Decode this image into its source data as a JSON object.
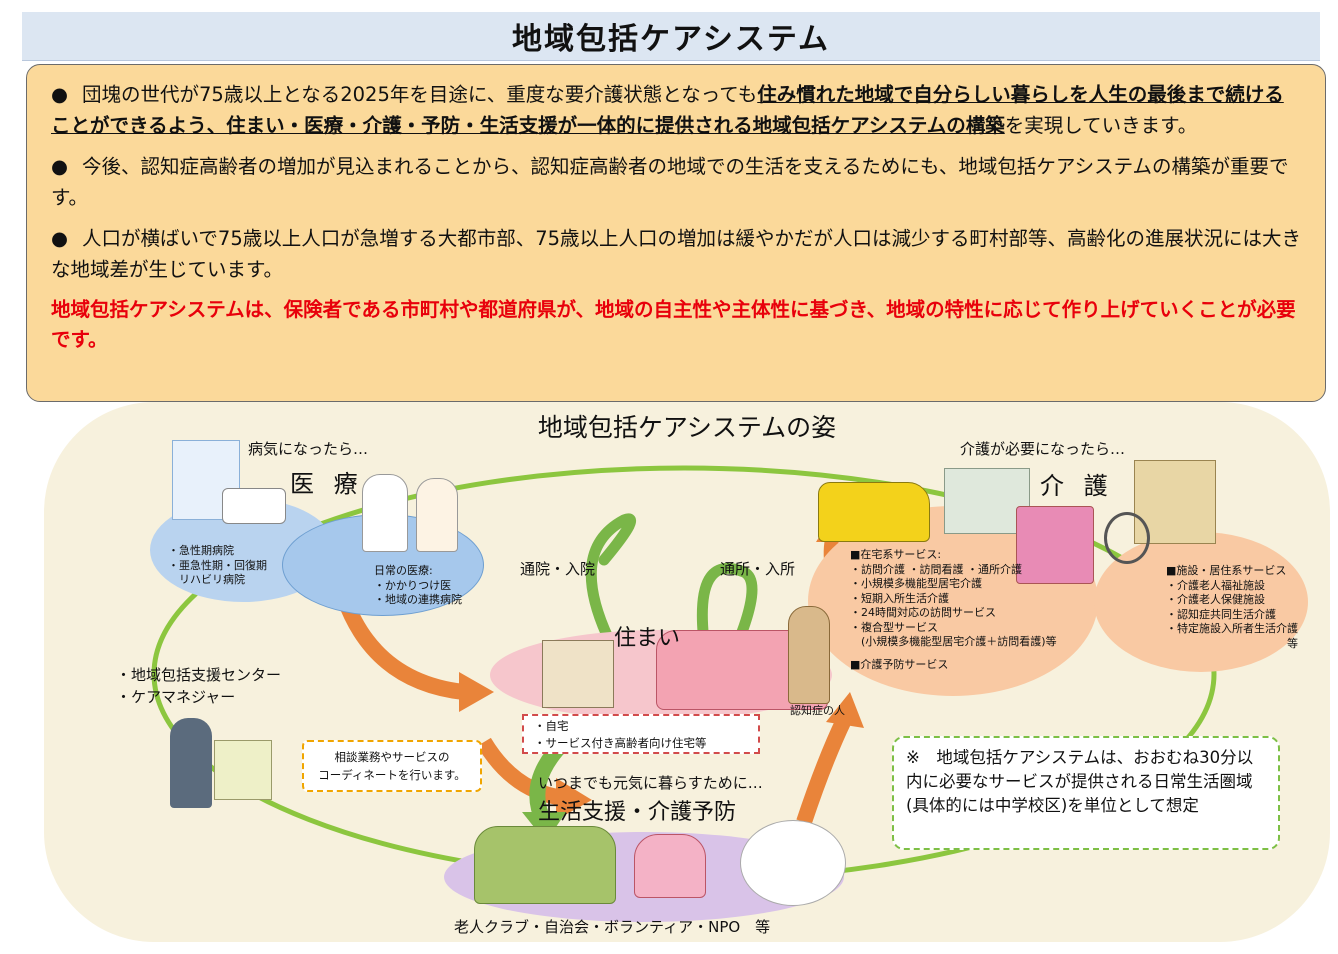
{
  "title": "地域包括ケアシステム",
  "summary": {
    "bullet_mark": "●",
    "b1_pre": "団塊の世代が75歳以上となる2025年を目途に、重度な要介護状態となっても",
    "b1_underline": "住み慣れた地域で自分らしい暮らしを人生の最後まで続けることができるよう、住まい・医療・介護・予防・生活支援が一体的に提供される地域包括ケアシステムの構築",
    "b1_post": "を実現していきます。",
    "b2": "今後、認知症高齢者の増加が見込まれることから、認知症高齢者の地域での生活を支えるためにも、地域包括ケアシステムの構築が重要です。",
    "b3": "人口が横ばいで75歳以上人口が急増する大都市部、75歳以上人口の増加は緩やかだが人口は減少する町村部等、高齢化の進展状況には大きな地域差が生じています。",
    "conclusion": "地域包括ケアシステムは、保険者である市町村や都道府県が、地域の自主性や主体性に基づき、地域の特性に応じて作り上げていくことが必要です。"
  },
  "diagram": {
    "title": "地域包括ケアシステムの姿",
    "medical": {
      "caption": "病気になったら…",
      "heading": "医 療",
      "hospital_lines": [
        "・急性期病院",
        "・亜急性期・回復期",
        "　リハビリ病院"
      ],
      "daily_title": "日常の医療:",
      "daily_lines": [
        "・かかりつけ医",
        "・地域の連携病院"
      ]
    },
    "care": {
      "caption": "介護が必要になったら…",
      "heading": "介 護",
      "home_services_title": "■在宅系サービス:",
      "home_services": [
        "・訪問介護 ・訪問看護 ・通所介護",
        "・小規模多機能型居宅介護",
        "・短期入所生活介護",
        "・24時間対応の訪問サービス",
        "・複合型サービス",
        "　(小規模多機能型居宅介護＋訪問看護)等"
      ],
      "prevention_service": "■介護予防サービス",
      "facility_title": "■施設・居住系サービス",
      "facility_services": [
        "・介護老人福祉施設",
        "・介護老人保健施設",
        "・認知症共同生活介護",
        "・特定施設入所者生活介護"
      ],
      "facility_etc": "等"
    },
    "arrow_hospital": "通院・入院",
    "arrow_daycare": "通所・入所",
    "housing": {
      "heading": "住まい",
      "items": [
        "・自宅",
        "・サービス付き高齢者向け住宅等"
      ],
      "dementia_person": "認知症の人"
    },
    "support_center": [
      "・地域包括支援センター",
      "・ケアマネジャー"
    ],
    "consultation": "相談業務やサービスの\nコーディネートを行います。",
    "life_support": {
      "caption": "いつまでも元気に暮らすために…",
      "heading": "生活支援・介護予防",
      "groups": "老人クラブ・自治会・ボランティア・NPO　等"
    },
    "note": "※　地域包括ケアシステムは、おおむね30分以内に必要なサービスが提供される日常生活圏域(具体的には中学校区)を単位として想定"
  },
  "colors": {
    "title_bg": "#dce6f2",
    "summary_bg": "#fbd99a",
    "conclusion_text": "#e8000b",
    "diagram_bg": "#f7f1dd",
    "ring": "#8cc63f",
    "arrow_orange": "#e9843a",
    "medical_ellipse": "#b9d3ef",
    "care_ellipse": "#f9c9a3",
    "housing_ellipse": "#f6c6cc",
    "support_ellipse": "#d9c3e8"
  }
}
